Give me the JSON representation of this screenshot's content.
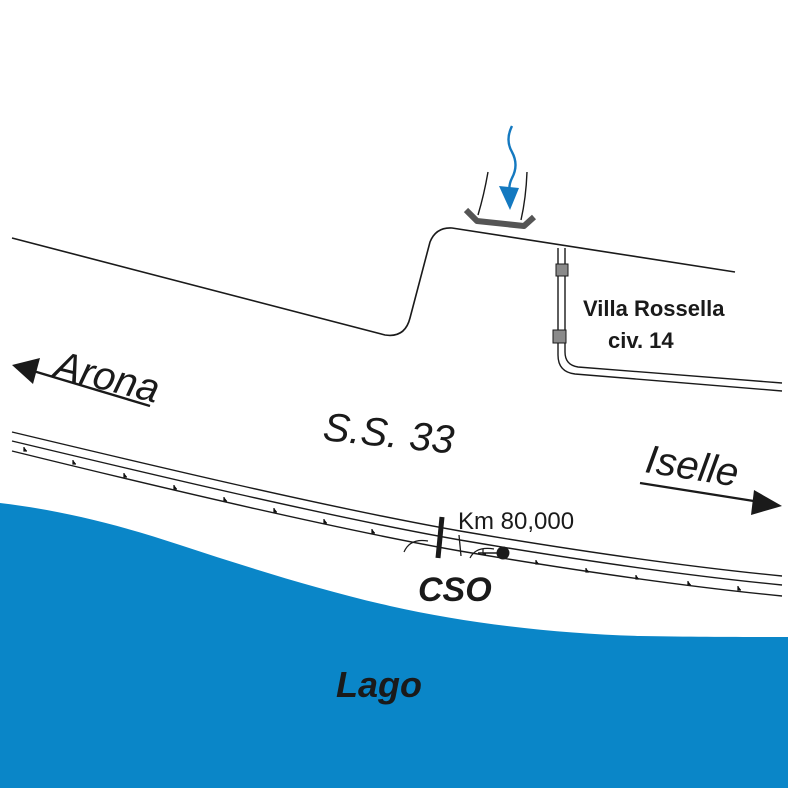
{
  "labels": {
    "arona": "Arona",
    "iselle": "Iselle",
    "road": "S.S. 33",
    "villa_name": "Villa Rossella",
    "villa_civ": "civ. 14",
    "km_marker": "Km 80,000",
    "cso": "CSO",
    "lake": "Lago"
  },
  "colors": {
    "water": "#0a86c8",
    "line": "#1a1a1a",
    "inflow_arrow": "#1479c0",
    "grate": "#555555",
    "manhole": "#8a8a8a"
  },
  "icons": {
    "direction_west": "arrow-left-icon",
    "direction_east": "arrow-right-icon",
    "inflow": "wavy-down-arrow-icon",
    "outfall_point": "filled-circle-icon"
  }
}
